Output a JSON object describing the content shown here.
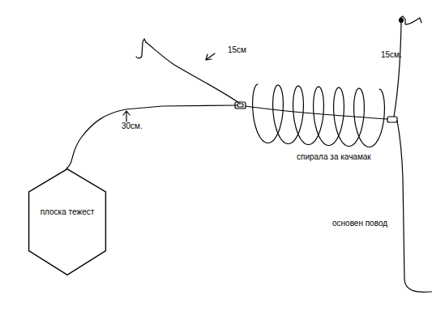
{
  "diagram": {
    "nodes": [
      {
        "text": [
          "плоска тежест"
        ]
      }
    ],
    "labels": [
      "15см",
      "30см.",
      "спирала за качамак",
      "15см.",
      "основен повод"
    ]
  }
}
